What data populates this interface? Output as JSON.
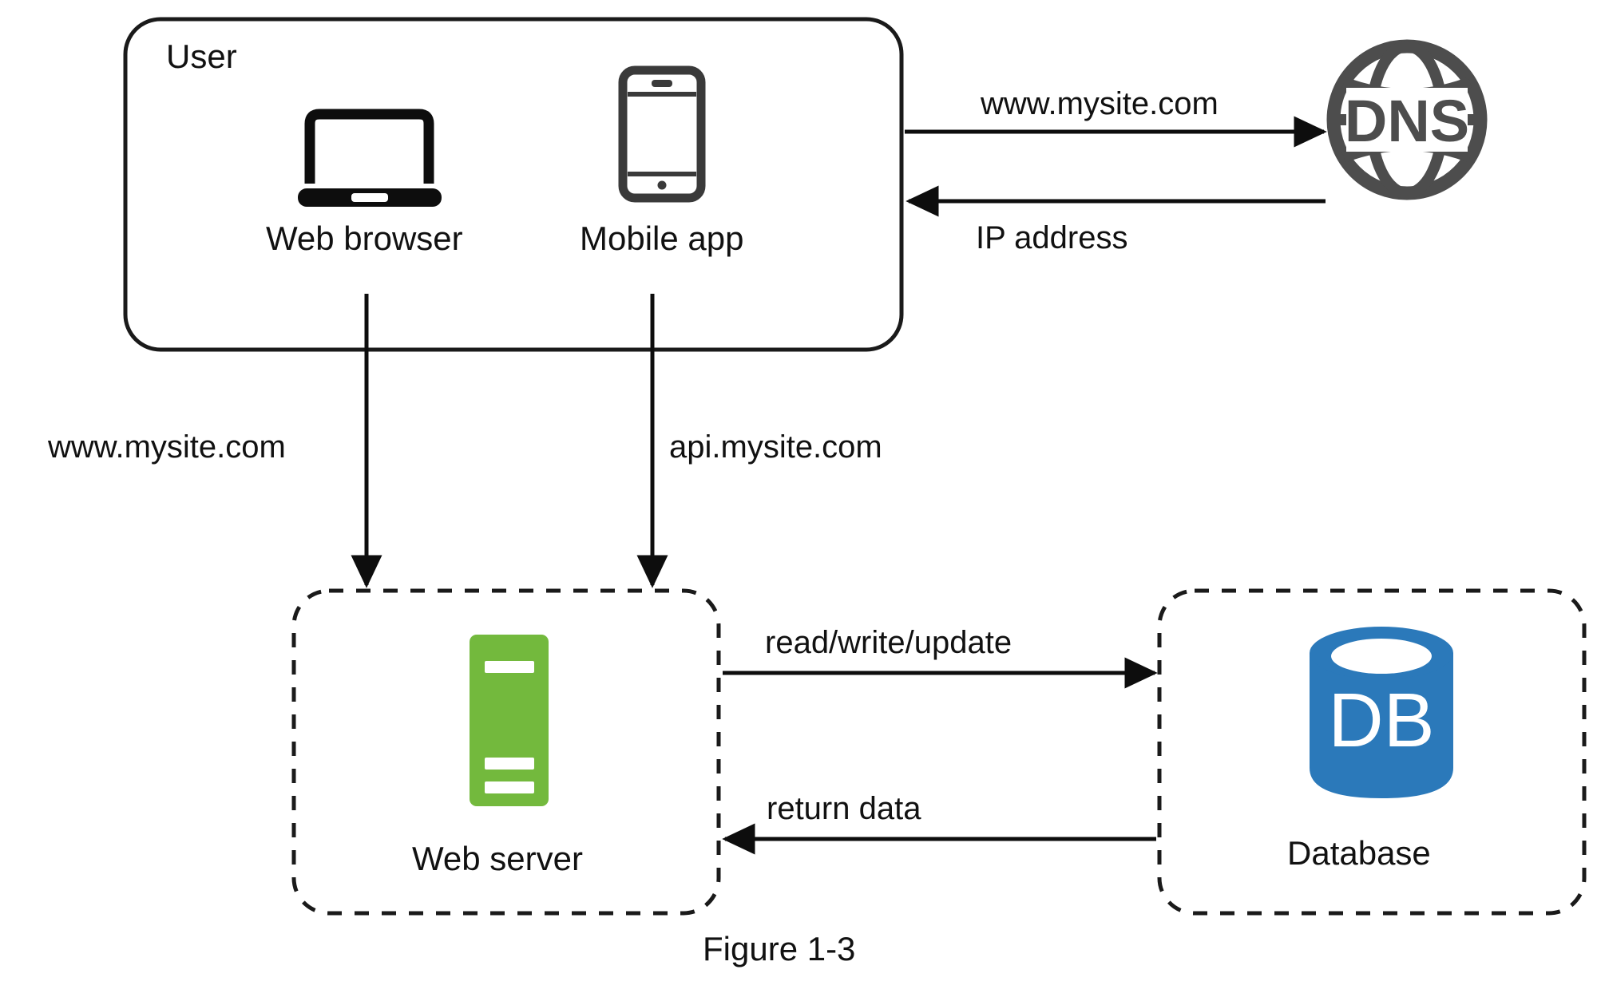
{
  "figure": {
    "caption": "Figure 1-3",
    "caption_name": "figure-caption"
  },
  "groups": {
    "user": {
      "title": "User",
      "border_style": "solid",
      "border_color": "#1a1a1a"
    },
    "web_server": {
      "label": "Web server",
      "border_style": "dashed",
      "border_color": "#1a1a1a"
    },
    "database": {
      "label": "Database",
      "border_style": "dashed",
      "border_color": "#1a1a1a"
    }
  },
  "nodes": {
    "web_browser": {
      "label": "Web browser",
      "icon": "laptop-icon",
      "color": "#0d0d0d"
    },
    "mobile_app": {
      "label": "Mobile app",
      "icon": "mobile-phone-icon",
      "color": "#3a3a3a"
    },
    "dns": {
      "label": "DNS",
      "icon": "globe-icon",
      "color": "#4d4d4d"
    },
    "web_server": {
      "label": "Web server",
      "icon": "server-icon",
      "color": "#73b93d"
    },
    "database": {
      "label": "Database",
      "icon": "database-cylinder-icon",
      "text": "DB",
      "color": "#2b79ba"
    }
  },
  "edges": [
    {
      "id": "user-to-dns",
      "label": "www.mysite.com",
      "from": "user",
      "to": "dns",
      "direction": "right"
    },
    {
      "id": "dns-to-user",
      "label": "IP address",
      "from": "dns",
      "to": "user",
      "direction": "left"
    },
    {
      "id": "browser-to-server",
      "label": "www.mysite.com",
      "from": "web_browser",
      "to": "web_server",
      "direction": "down"
    },
    {
      "id": "mobile-to-server",
      "label": "api.mysite.com",
      "from": "mobile_app",
      "to": "web_server",
      "direction": "down"
    },
    {
      "id": "server-to-db",
      "label": "read/write/update",
      "from": "web_server",
      "to": "database",
      "direction": "right"
    },
    {
      "id": "db-to-server",
      "label": "return data",
      "from": "database",
      "to": "web_server",
      "direction": "left"
    }
  ],
  "colors": {
    "stroke": "#1a1a1a",
    "server_green": "#73b93d",
    "db_blue": "#2b79ba",
    "globe_gray": "#4d4d4d",
    "background": "#ffffff"
  }
}
